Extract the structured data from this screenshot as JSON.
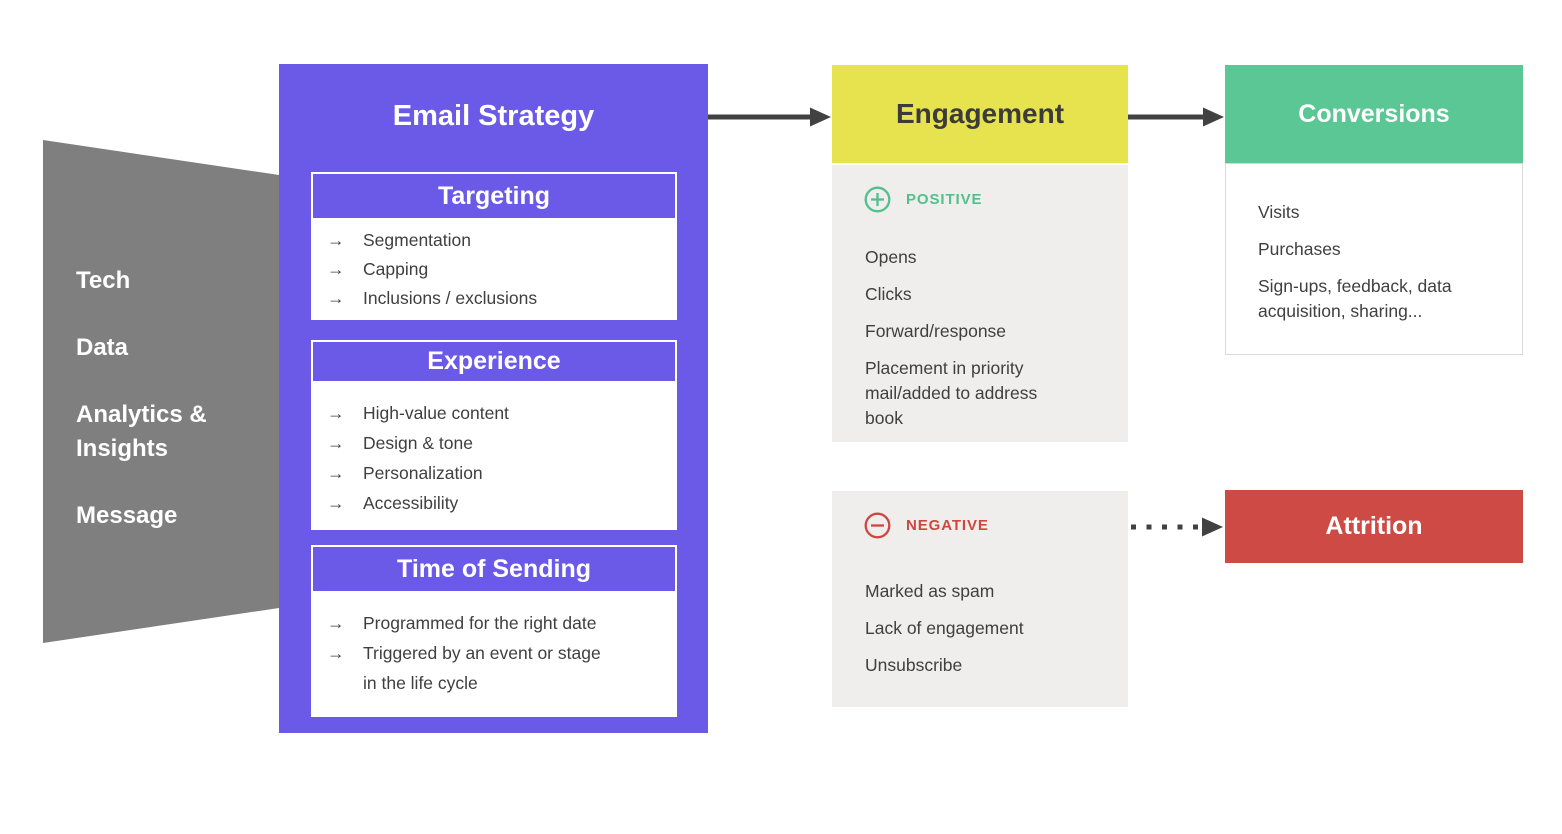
{
  "funnel": {
    "color": "#7F7F7F",
    "labels": [
      "Tech",
      "Data",
      "Analytics & Insights",
      "Message"
    ]
  },
  "email_strategy": {
    "title": "Email Strategy",
    "color": "#6B5AE7",
    "bullet_glyph": "→",
    "cards": [
      {
        "title": "Targeting",
        "items": [
          "Segmentation",
          "Capping",
          "Inclusions / exclusions"
        ]
      },
      {
        "title": "Experience",
        "items": [
          "High-value content",
          "Design & tone",
          "Personalization",
          "Accessibility"
        ]
      },
      {
        "title": "Time of Sending",
        "items": [
          "Programmed for the right date",
          "Triggered by an event or stage in the life cycle"
        ]
      }
    ]
  },
  "engagement": {
    "title": "Engagement",
    "color": "#E7E34F",
    "positive": {
      "label": "POSITIVE",
      "icon": "plus-circle-icon",
      "color": "#50C08D",
      "items": [
        "Opens",
        "Clicks",
        "Forward/response",
        "Placement in priority mail/added to address book"
      ]
    },
    "negative": {
      "label": "NEGATIVE",
      "icon": "minus-circle-icon",
      "color": "#D0463F",
      "items": [
        "Marked as spam",
        "Lack of engagement",
        "Unsubscribe"
      ]
    }
  },
  "conversions": {
    "title": "Conversions",
    "color": "#5BC794",
    "items": [
      "Visits",
      "Purchases",
      "Sign-ups, feedback, data acquisition, sharing..."
    ]
  },
  "attrition": {
    "title": "Attrition",
    "color": "#CD4B44"
  },
  "arrow_color": "#414141"
}
